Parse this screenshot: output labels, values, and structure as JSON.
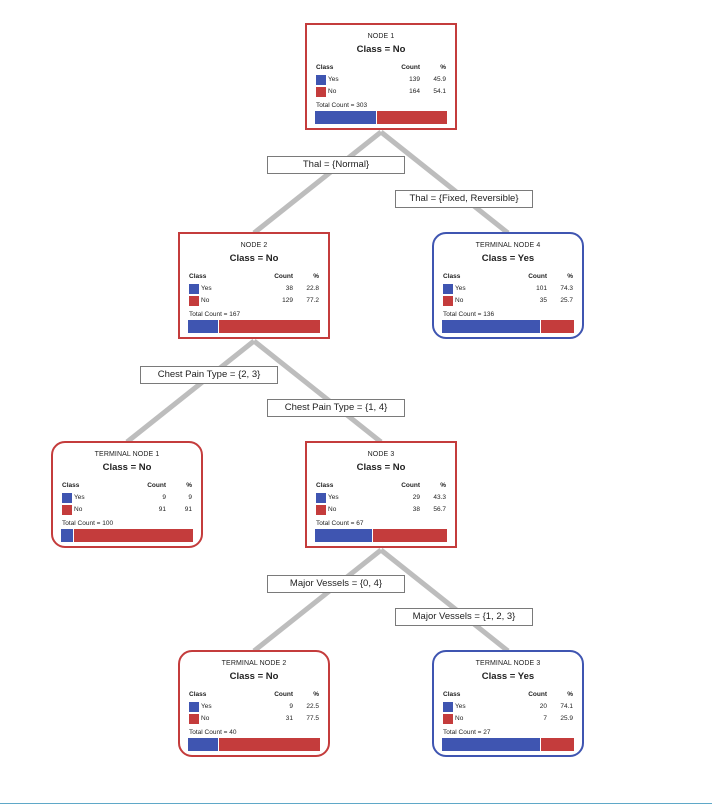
{
  "colors": {
    "yes": "#3f55b1",
    "no": "#c43c3c",
    "edge": "#bdbdbd"
  },
  "nodes": {
    "node1": {
      "title": "NODE 1",
      "class_label": "Class = No",
      "header": {
        "class": "Class",
        "count": "Count",
        "pct": "%"
      },
      "rows": [
        {
          "label": "Yes",
          "count": "139",
          "pct": "45.9"
        },
        {
          "label": "No",
          "count": "164",
          "pct": "54.1"
        }
      ],
      "total": "Total Count = 303",
      "yes_fraction": 0.459
    },
    "node2": {
      "title": "NODE 2",
      "class_label": "Class = No",
      "header": {
        "class": "Class",
        "count": "Count",
        "pct": "%"
      },
      "rows": [
        {
          "label": "Yes",
          "count": "38",
          "pct": "22.8"
        },
        {
          "label": "No",
          "count": "129",
          "pct": "77.2"
        }
      ],
      "total": "Total Count = 167",
      "yes_fraction": 0.228
    },
    "terminal4": {
      "title": "TERMINAL NODE 4",
      "class_label": "Class = Yes",
      "header": {
        "class": "Class",
        "count": "Count",
        "pct": "%"
      },
      "rows": [
        {
          "label": "Yes",
          "count": "101",
          "pct": "74.3"
        },
        {
          "label": "No",
          "count": "35",
          "pct": "25.7"
        }
      ],
      "total": "Total Count = 136",
      "yes_fraction": 0.743
    },
    "terminal1": {
      "title": "TERMINAL NODE 1",
      "class_label": "Class = No",
      "header": {
        "class": "Class",
        "count": "Count",
        "pct": "%"
      },
      "rows": [
        {
          "label": "Yes",
          "count": "9",
          "pct": "9"
        },
        {
          "label": "No",
          "count": "91",
          "pct": "91"
        }
      ],
      "total": "Total Count = 100",
      "yes_fraction": 0.09
    },
    "node3": {
      "title": "NODE 3",
      "class_label": "Class = No",
      "header": {
        "class": "Class",
        "count": "Count",
        "pct": "%"
      },
      "rows": [
        {
          "label": "Yes",
          "count": "29",
          "pct": "43.3"
        },
        {
          "label": "No",
          "count": "38",
          "pct": "56.7"
        }
      ],
      "total": "Total Count = 67",
      "yes_fraction": 0.433
    },
    "terminal2": {
      "title": "TERMINAL NODE 2",
      "class_label": "Class = No",
      "header": {
        "class": "Class",
        "count": "Count",
        "pct": "%"
      },
      "rows": [
        {
          "label": "Yes",
          "count": "9",
          "pct": "22.5"
        },
        {
          "label": "No",
          "count": "31",
          "pct": "77.5"
        }
      ],
      "total": "Total Count = 40",
      "yes_fraction": 0.225
    },
    "terminal3": {
      "title": "TERMINAL NODE 3",
      "class_label": "Class = Yes",
      "header": {
        "class": "Class",
        "count": "Count",
        "pct": "%"
      },
      "rows": [
        {
          "label": "Yes",
          "count": "20",
          "pct": "74.1"
        },
        {
          "label": "No",
          "count": "7",
          "pct": "25.9"
        }
      ],
      "total": "Total Count = 27",
      "yes_fraction": 0.741
    }
  },
  "splits": {
    "thal_normal": "Thal = {Normal}",
    "thal_fixed": "Thal = {Fixed, Reversible}",
    "chest_23": "Chest Pain Type = {2, 3}",
    "chest_14": "Chest Pain Type = {1, 4}",
    "vessels_04": "Major Vessels = {0, 4}",
    "vessels_123": "Major Vessels = {1, 2, 3}"
  }
}
